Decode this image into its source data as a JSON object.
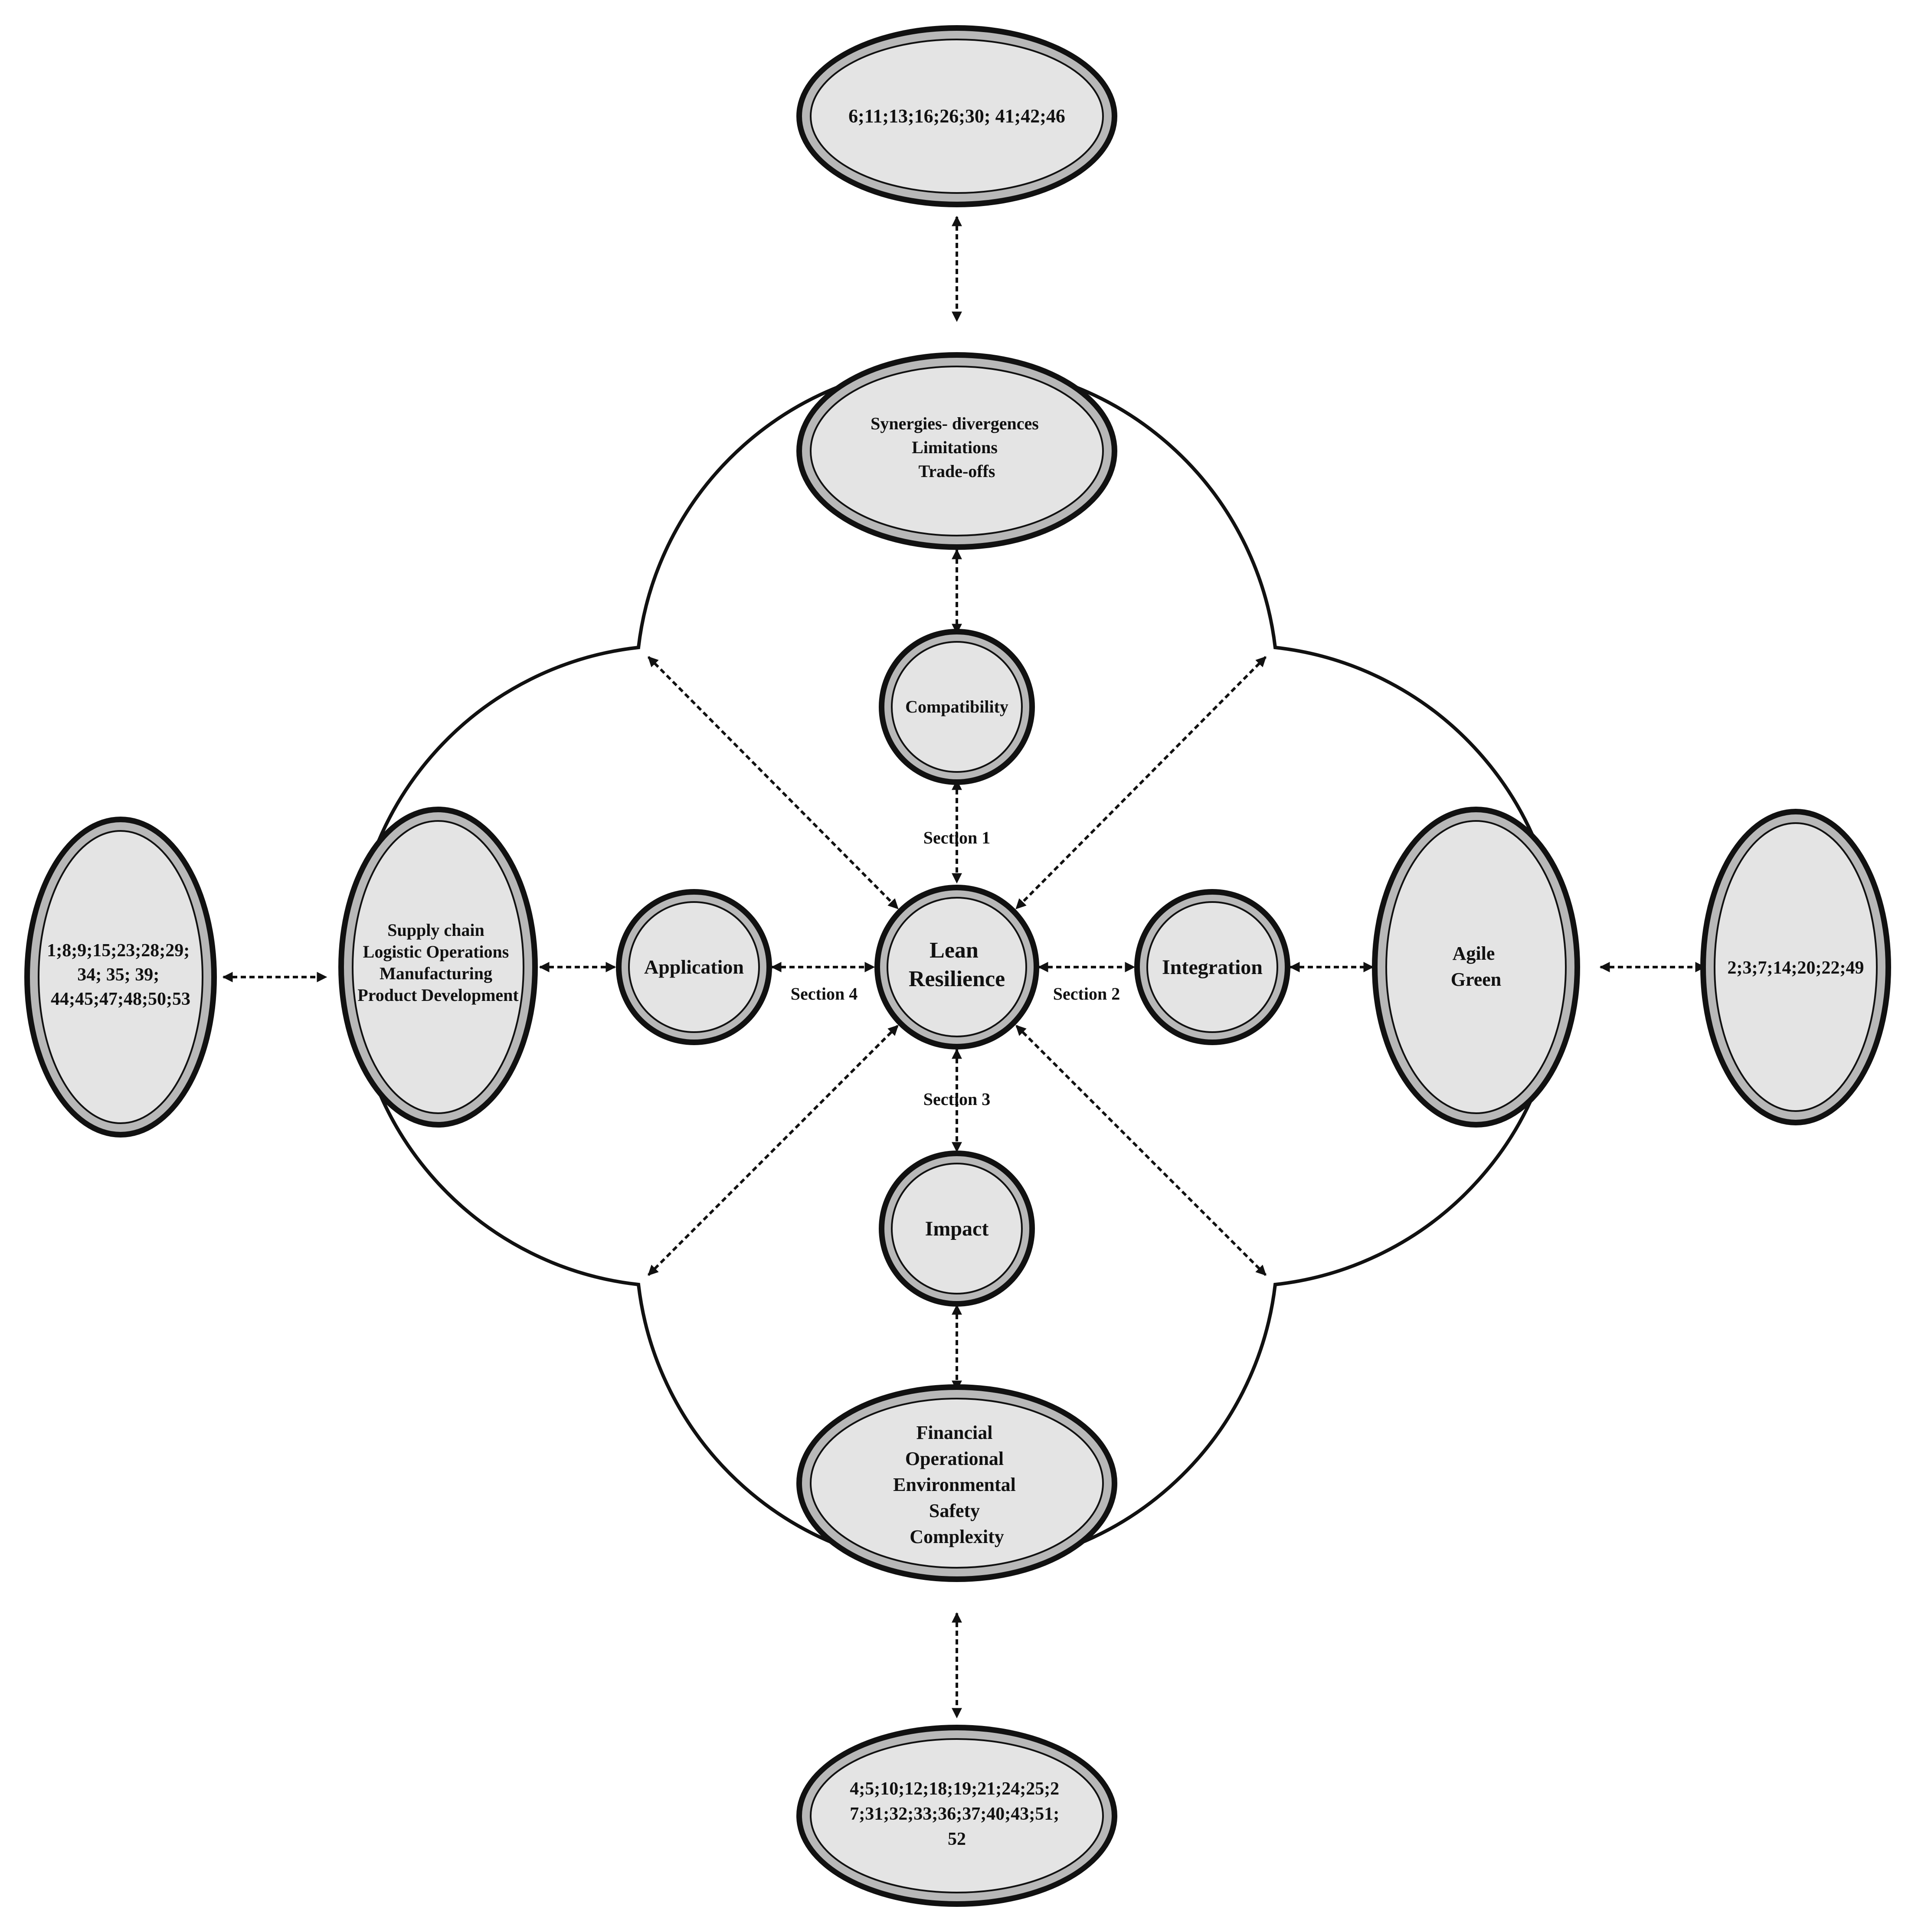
{
  "center": {
    "lines": [
      "Lean",
      "Resilience"
    ]
  },
  "sections": {
    "section1": "Section 1",
    "section2": "Section 2",
    "section3": "Section 3",
    "section4": "Section 4"
  },
  "inner": {
    "compatibility": "Compatibility",
    "integration": "Integration",
    "impact": "Impact",
    "application": "Application"
  },
  "topics": {
    "top": [
      "Synergies- divergences",
      "Limitations",
      "Trade-offs"
    ],
    "right": [
      "Agile",
      "Green"
    ],
    "bottom": [
      "Financial",
      "Operational",
      "Environmental",
      "Safety",
      "Complexity"
    ],
    "left": [
      "Supply chain",
      "Logistic Operations",
      "Manufacturing",
      "Product Development"
    ]
  },
  "references": {
    "top": [
      "6;11;13;16;26;30; 41;42;46"
    ],
    "right": [
      "2;3;7;14;20;22;49"
    ],
    "bottom": [
      "4;5;10;12;18;19;21;24;25;2",
      "7;31;32;33;36;37;40;43;51;",
      "52"
    ],
    "left": [
      "1;8;9;15;23;28;29;",
      "34; 35; 39;",
      "44;45;47;48;50;53"
    ]
  },
  "colors": {
    "node_fill": "#e4e4e4",
    "node_ring": "#b8b8b8",
    "outline": "#111111"
  }
}
